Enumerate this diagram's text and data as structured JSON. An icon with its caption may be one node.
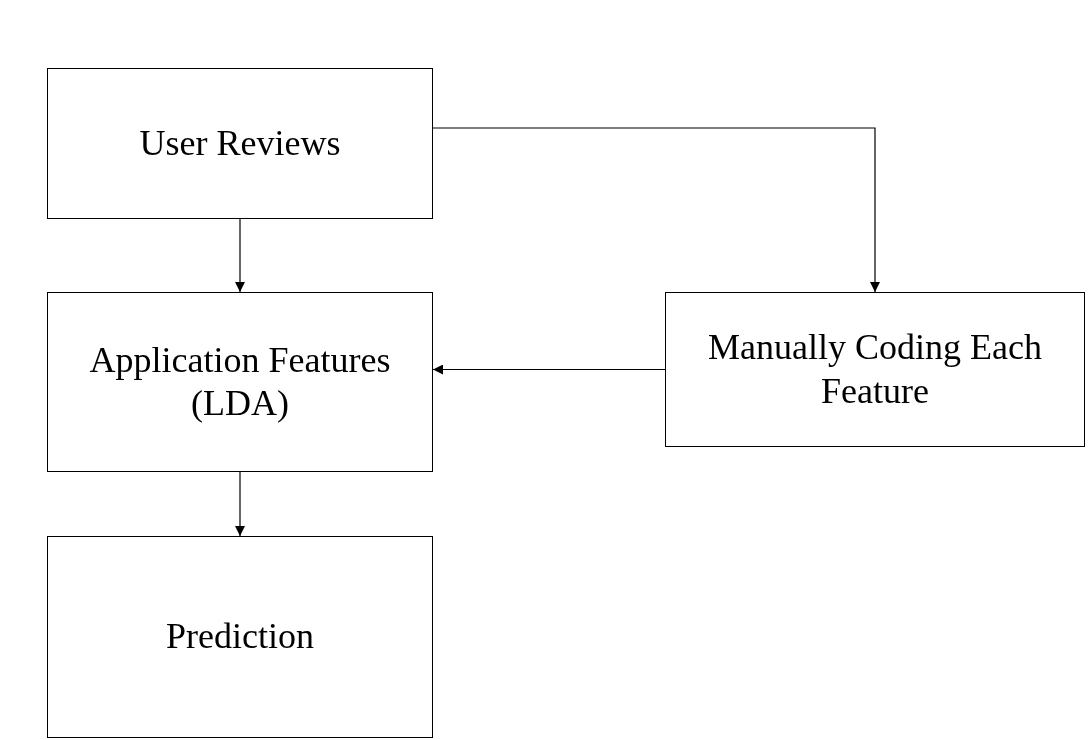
{
  "diagram": {
    "nodes": [
      {
        "text": [
          "User Reviews"
        ]
      },
      {
        "text": [
          "Application Features (LDA)"
        ]
      },
      {
        "text": [
          "Manually Coding Each Feature"
        ]
      },
      {
        "text": [
          "Prediction"
        ]
      }
    ],
    "edges": [
      {
        "from": 0,
        "to": 1,
        "arrow": "to"
      },
      {
        "from": 0,
        "to": 2,
        "arrow": "to"
      },
      {
        "from": 2,
        "to": 1,
        "arrow": "to"
      },
      {
        "from": 1,
        "to": 3,
        "arrow": "to"
      }
    ]
  }
}
